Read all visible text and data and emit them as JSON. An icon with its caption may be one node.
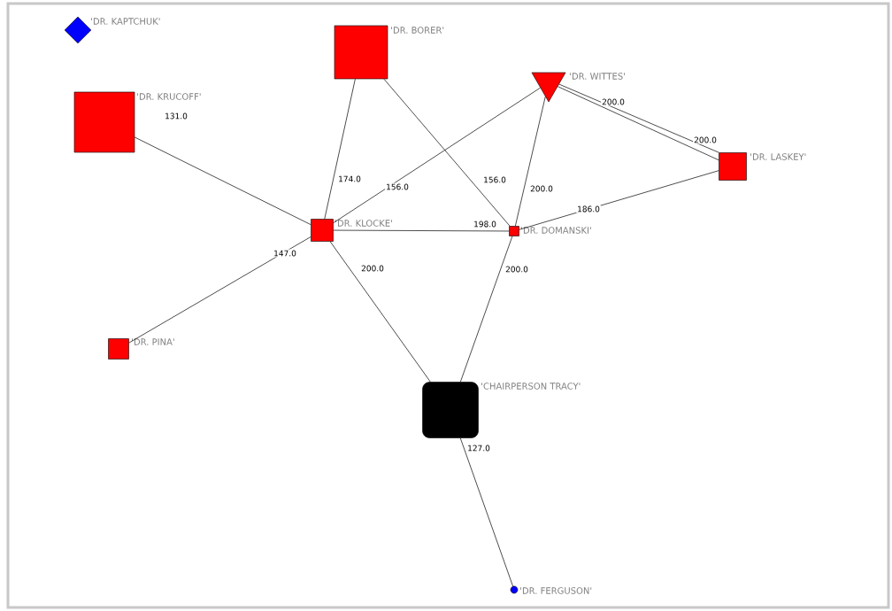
{
  "diagram": {
    "nodes": [
      {
        "text": [
          "'DR. KAPTCHUK'"
        ]
      },
      {
        "text": [
          "'DR. BORER'"
        ]
      },
      {
        "text": [
          "'DR. KRUCOFF'"
        ]
      },
      {
        "text": [
          "'DR. WITTES'"
        ]
      },
      {
        "text": [
          "'DR. LASKEY'"
        ]
      },
      {
        "text": [
          "'DR. KLOCKE'"
        ]
      },
      {
        "text": [
          "'DR. DOMANSKI'"
        ]
      },
      {
        "text": [
          "'DR. PINA'"
        ]
      },
      {
        "text": [
          "'CHAIRPERSON TRACY'"
        ]
      },
      {
        "text": [
          "'DR. FERGUSON'"
        ]
      }
    ],
    "edges": [
      {
        "from": 2,
        "to": 5,
        "arrow": "none",
        "label": "131.0"
      },
      {
        "from": 1,
        "to": 5,
        "arrow": "none",
        "label": "174.0"
      },
      {
        "from": 1,
        "to": 6,
        "arrow": "none",
        "label": "156.0"
      },
      {
        "from": 3,
        "to": 5,
        "arrow": "none",
        "label": "156.0"
      },
      {
        "from": 3,
        "to": 6,
        "arrow": "none",
        "label": "200.0"
      },
      {
        "from": 3,
        "to": 4,
        "arrow": "none",
        "label": "200.0"
      },
      {
        "from": 4,
        "to": 3,
        "arrow": "none",
        "label": "200.0"
      },
      {
        "from": 4,
        "to": 6,
        "arrow": "none",
        "label": "186.0"
      },
      {
        "from": 5,
        "to": 6,
        "arrow": "none",
        "label": "198.0"
      },
      {
        "from": 7,
        "to": 5,
        "arrow": "none",
        "label": "147.0"
      },
      {
        "from": 5,
        "to": 8,
        "arrow": "none",
        "label": "200.0"
      },
      {
        "from": 6,
        "to": 8,
        "arrow": "none",
        "label": "200.0"
      },
      {
        "from": 8,
        "to": 9,
        "arrow": "none",
        "label": "127.0"
      }
    ]
  }
}
